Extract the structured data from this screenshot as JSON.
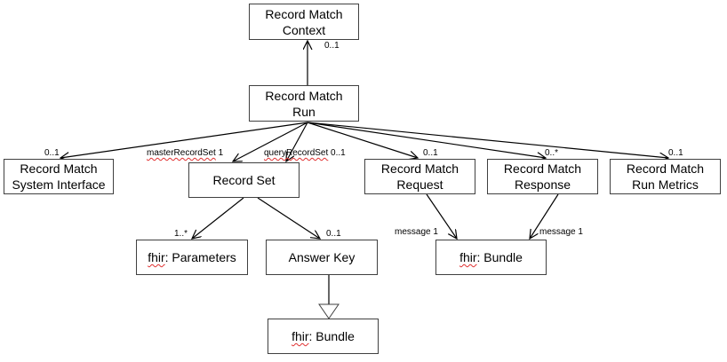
{
  "boxes": {
    "context": {
      "line1": "Record Match",
      "line2": "Context"
    },
    "run": {
      "line1": "Record Match",
      "line2": "Run"
    },
    "system": {
      "line1": "Record Match",
      "line2": "System Interface"
    },
    "recordset": {
      "line1": "Record Set"
    },
    "request": {
      "line1": "Record Match",
      "line2": "Request"
    },
    "response": {
      "line1": "Record Match",
      "line2": "Response"
    },
    "metrics": {
      "line1": "Record Match",
      "line2": "Run Metrics"
    },
    "parameters": {
      "prefix": "fhir",
      "rest": ": Parameters"
    },
    "answerkey": {
      "line1": "Answer Key"
    },
    "bundle_msg": {
      "prefix": "fhir",
      "rest": ": Bundle"
    },
    "bundle_key": {
      "prefix": "fhir",
      "rest": ": Bundle"
    }
  },
  "labels": {
    "context_mult": "0..1",
    "system_mult": "0..1",
    "master_role": "masterRecordSet",
    "master_mult": "1",
    "query_role": "queryRecordSet",
    "query_mult": "0..1",
    "request_mult": "0..1",
    "response_mult": "0..*",
    "metrics_mult": "0..1",
    "parameters_mult": "1..*",
    "answerkey_mult": "0..1",
    "request_msg_role": "message",
    "request_msg_mult": "1",
    "response_msg_role": "message",
    "response_msg_mult": "1"
  },
  "colors": {
    "line": "#000000",
    "border": "#404040",
    "spellcheck": "#e03030"
  }
}
